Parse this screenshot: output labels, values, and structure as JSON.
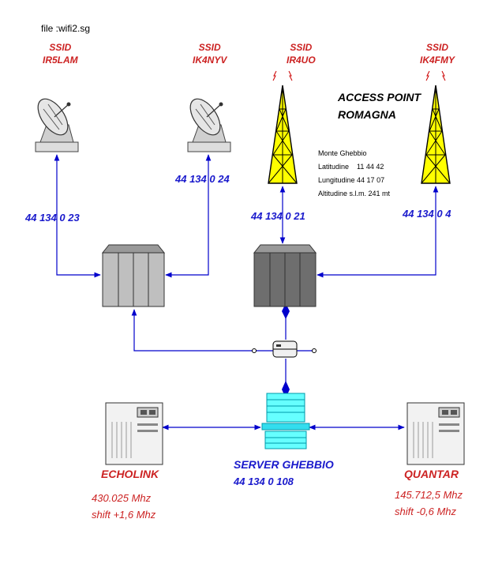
{
  "file_label": "file :wifi2.sg",
  "nodes": [
    {
      "ssid_label": "SSID",
      "ssid": "IR5LAM",
      "ip": "44 134 0 23"
    },
    {
      "ssid_label": "SSID",
      "ssid": "IK4NYV",
      "ip": "44 134 0 24"
    },
    {
      "ssid_label": "SSID",
      "ssid": "IR4UO",
      "ip": "44 134 0 21"
    },
    {
      "ssid_label": "SSID",
      "ssid": "IK4FMY",
      "ip": "44 134 0 4"
    }
  ],
  "access_point": {
    "line1": "ACCESS POINT",
    "line2": "ROMAGNA"
  },
  "site": {
    "name": "Monte Ghebbio",
    "latitude": "Latitudine    11 44 42",
    "longitude": "Lungitudine 44 17 07",
    "altitude": "Altitudine s.l.m. 241 mt"
  },
  "server": {
    "name": "SERVER GHEBBIO",
    "ip": "44 134 0 108"
  },
  "echolink": {
    "name": "ECHOLINK",
    "freq": "430.025 Mhz",
    "shift": "shift +1,6 Mhz"
  },
  "quantar": {
    "name": "QUANTAR",
    "freq": "145.712,5 Mhz",
    "shift": "shift -0,6 Mhz"
  },
  "colors": {
    "link": "#0000cc",
    "label_red": "#cc2222",
    "label_blue": "#1a1acc",
    "tower": "#ffff00",
    "monitor": "#00ffff"
  },
  "icons": [
    "satellite-dish-icon",
    "radio-tower-icon",
    "network-hub-icon",
    "server-rack-icon",
    "terminal-computer-icon",
    "network-node-icon"
  ]
}
